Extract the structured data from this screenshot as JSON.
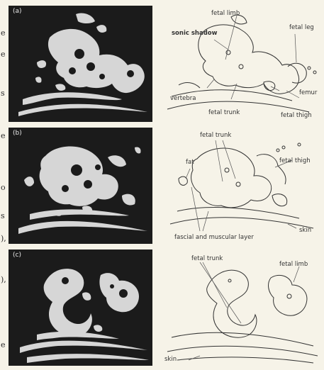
{
  "margin_letters": [
    "e",
    "e",
    "s",
    "e",
    "o",
    "s",
    "),",
    "),",
    "e"
  ],
  "panels": [
    {
      "label": "(a)",
      "annotations": {
        "fetal_limb": "fetal limb",
        "fetal_leg": "fetal leg",
        "sonic_shadow": "sonic shadow",
        "vertebra": "vertebra",
        "femur": "femur",
        "fetal_trunk": "fetal trunk",
        "fetal_thigh": "fetal thigh"
      }
    },
    {
      "label": "(b)",
      "annotations": {
        "fetal_trunk": "fetal trunk",
        "fat": "fat",
        "fetal_thigh": "fetal thigh",
        "skin": "skin",
        "fascial_layer": "fascial and muscular layer"
      }
    },
    {
      "label": "(c)",
      "annotations": {
        "fetal_trunk": "fetal trunk",
        "fetal_limb": "fetal limb",
        "skin": "skin"
      }
    }
  ],
  "colors": {
    "ultrasound_background": "#1b1b1b",
    "ultrasound_echo": "#d6d6d6",
    "paper": "#f6f3e8",
    "ink": "#333333"
  }
}
